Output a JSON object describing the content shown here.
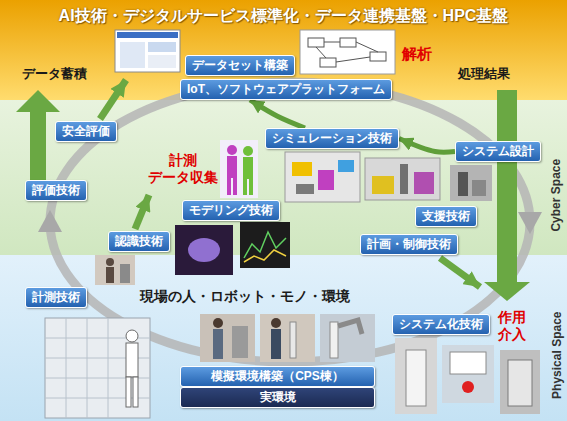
{
  "diagram": {
    "title": "AI技術・デジタルサービス標準化・データ連携基盤・HPC基盤",
    "nodes": [
      {
        "text": [
          "データセット構築"
        ]
      },
      {
        "text": [
          "IoT、ソフトウェアプラットフォーム"
        ]
      },
      {
        "text": [
          "安全評価"
        ]
      },
      {
        "text": [
          "シミュレーション技術"
        ]
      },
      {
        "text": [
          "システム設計"
        ]
      },
      {
        "text": [
          "評価技術"
        ]
      },
      {
        "text": [
          "モデリング技術"
        ]
      },
      {
        "text": [
          "支援技術"
        ]
      },
      {
        "text": [
          "認識技術"
        ]
      },
      {
        "text": [
          "計画・制御技術"
        ]
      },
      {
        "text": [
          "計測技術"
        ]
      },
      {
        "text": [
          "システム化技術"
        ]
      },
      {
        "text": [
          "模擬環境構築（CPS棟）"
        ]
      },
      {
        "text": [
          "実環境"
        ]
      }
    ],
    "edges": [
      {
        "from": 3,
        "to": 1,
        "arrow": "to"
      },
      {
        "from": 4,
        "to": 3,
        "arrow": "to"
      }
    ],
    "labels": [
      "データ蓄積",
      "解析",
      "処理結果",
      "計測 データ収集",
      "Cyber Space",
      "現場の人・ロボット・モノ・環境",
      "作用 介入",
      "Physical Space"
    ]
  }
}
